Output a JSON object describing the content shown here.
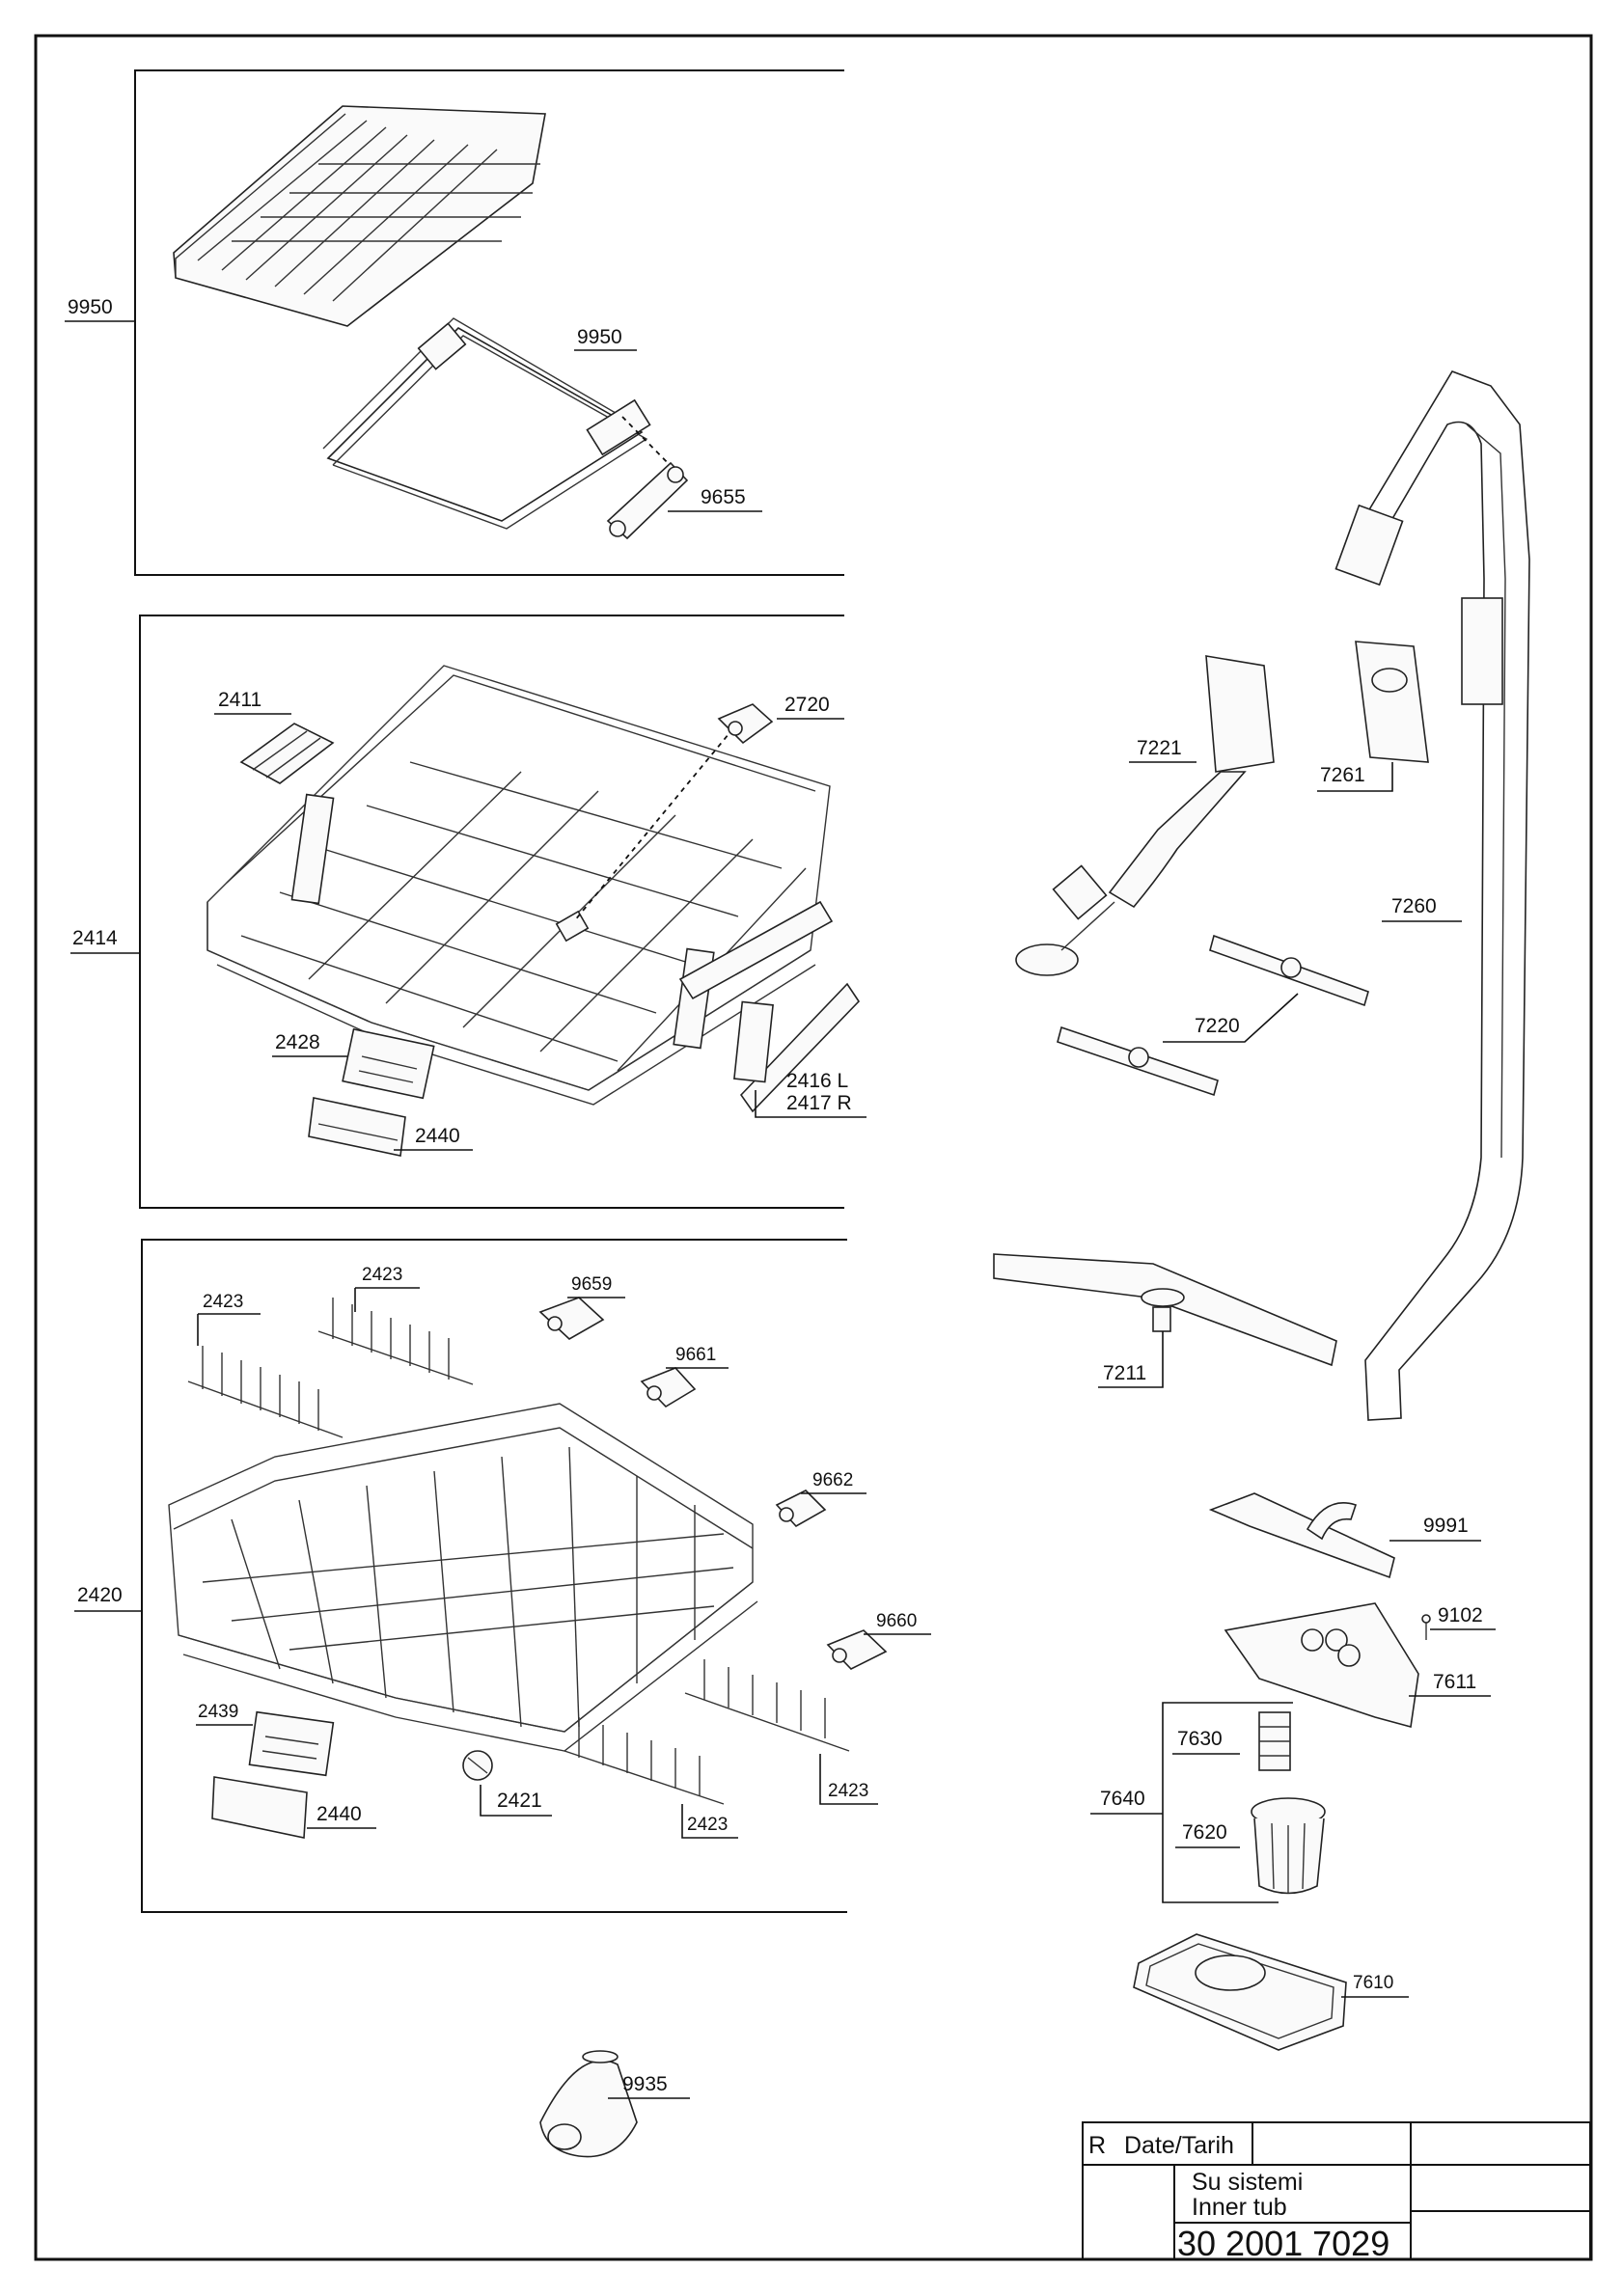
{
  "labels": {
    "cutlery_tray_group": "9950",
    "cutlery_tray_frame": "9950",
    "tray_slider": "9655",
    "upper_basket_group": "2414",
    "basket_clip_2411": "2411",
    "basket_wheel_2720": "2720",
    "basket_insert_2428": "2428",
    "basket_handle_upper": "2440",
    "rail_left": "2416 L",
    "rail_right": "2417 R",
    "lower_basket_group": "2420",
    "rack_2423_a": "2423",
    "rack_2423_b": "2423",
    "rack_2423_c": "2423",
    "rack_2423_d": "2423",
    "wheel_9659": "9659",
    "wheel_9661": "9661",
    "wheel_9662": "9662",
    "wheel_9660": "9660",
    "insert_2439": "2439",
    "basket_handle_lower": "2440",
    "spray_part_2421": "2421",
    "part_9935": "9935",
    "pipe_7221": "7221",
    "connector_7261": "7261",
    "feed_pipe_7260": "7260",
    "spray_arm_7220": "7220",
    "spray_arm_7211": "7211",
    "spray_arm_9991": "9991",
    "screw_9102": "9102",
    "cover_7611": "7611",
    "filter_group_7640": "7640",
    "micro_filter_7630": "7630",
    "coarse_filter_7620": "7620",
    "flat_filter_7610": "7610"
  },
  "title_block": {
    "rev": "R",
    "date_label": "Date/Tarih",
    "title_tr": "Su sistemi",
    "title_en": "Inner tub",
    "drawing_number": "30 2001 7029"
  }
}
